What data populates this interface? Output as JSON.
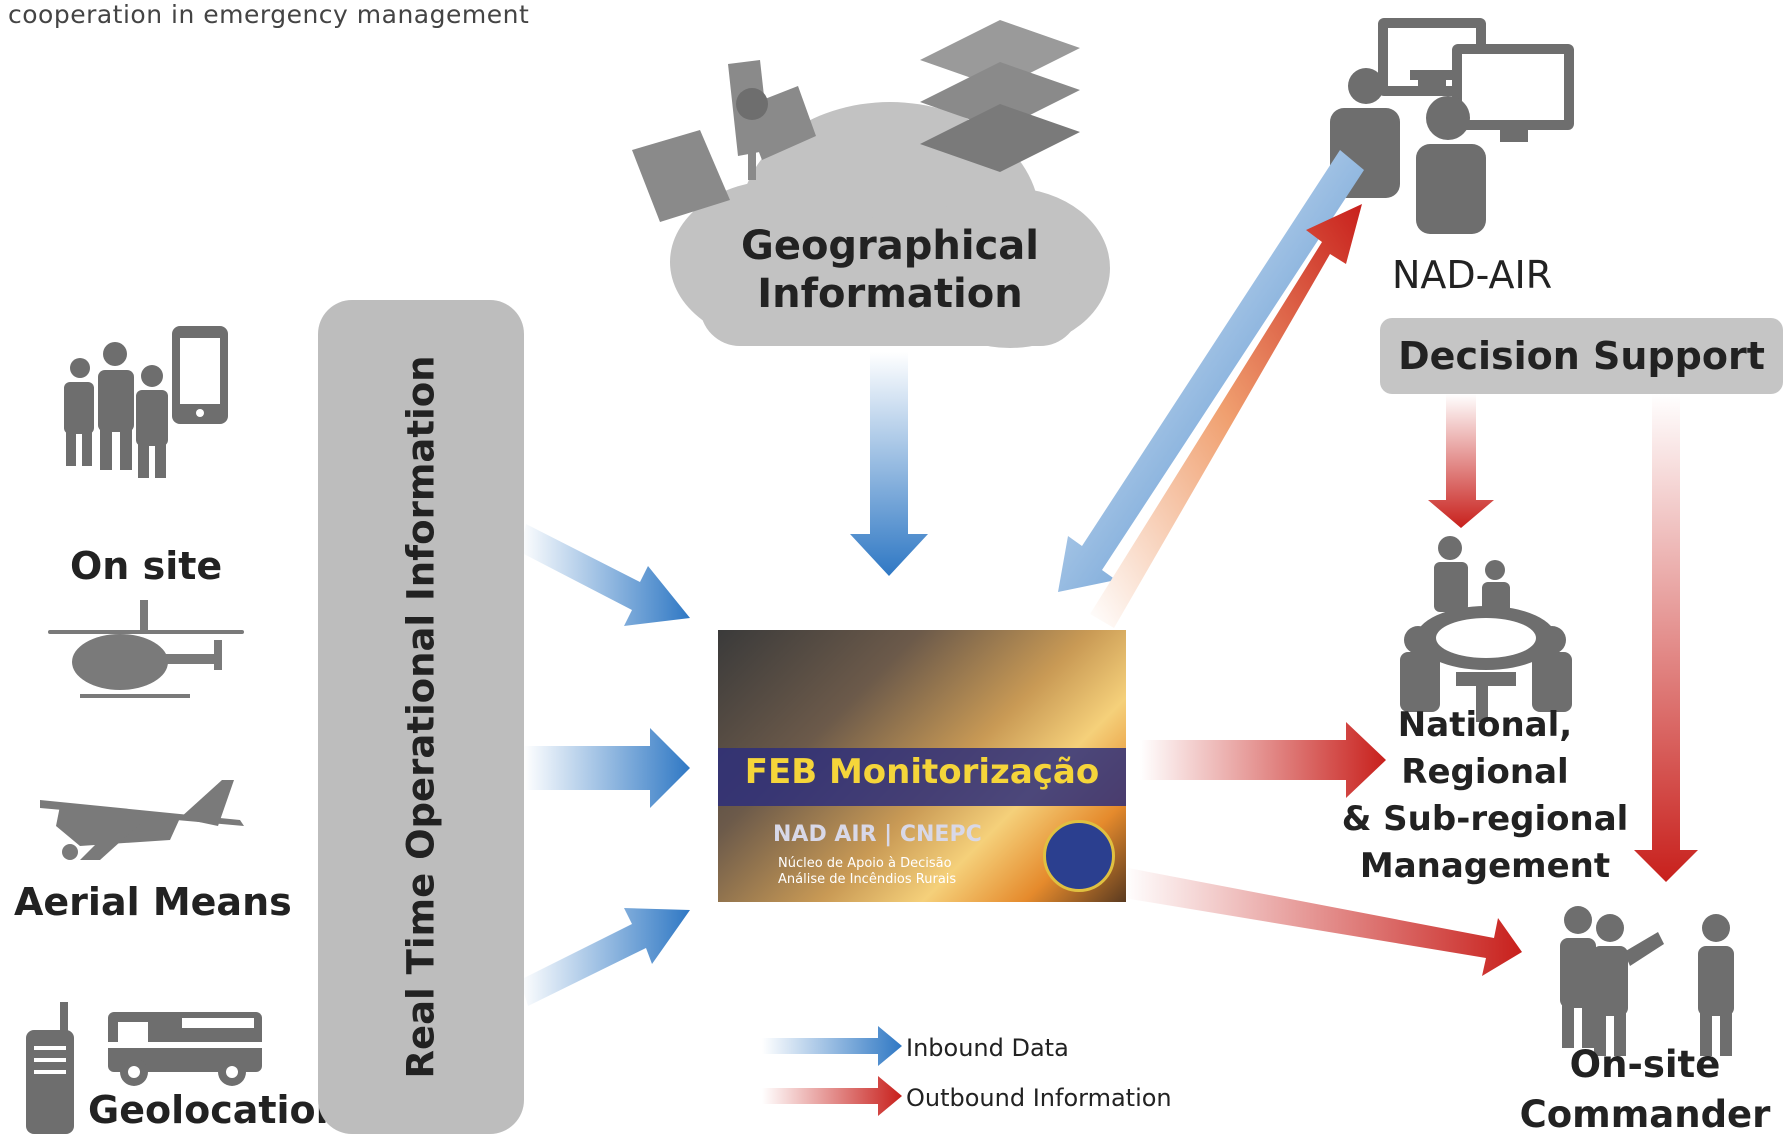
{
  "caption": "cooperation in emergency management",
  "left": {
    "on_site": "On site",
    "aerial_means": "Aerial Means",
    "geolocation": "Geolocation"
  },
  "pill_label": "Real Time Operational Information",
  "geo": {
    "line1": "Geographical",
    "line2": "Information"
  },
  "screen": {
    "title": "FEB Monitorização",
    "sub": "NAD AIR | CNEPC",
    "line1": "Núcleo de Apoio à Decisão",
    "line2": "Análise de Incêndios Rurais"
  },
  "nad_air": "NAD-AIR",
  "decision_support": "Decision Support",
  "management": {
    "line1": "National,",
    "line2": "Regional",
    "line3": "& Sub-regional",
    "line4": "Management"
  },
  "commander": {
    "line1": "On-site",
    "line2": "Commander"
  },
  "legend": {
    "inbound": "Inbound Data",
    "outbound": "Outbound Information"
  },
  "colors": {
    "inbound": "#2f78c4",
    "outbound": "#c8201c",
    "icon_gray": "#6e6e6e",
    "panel_gray": "#bdbdbd"
  },
  "icons": [
    "people-phone-icon",
    "helicopter-icon",
    "airplane-icon",
    "radio-icon",
    "fire-truck-icon",
    "satellite-icon",
    "map-layers-icon",
    "cloud-icon",
    "operators-monitors-icon",
    "meeting-table-icon",
    "commander-people-icon"
  ]
}
